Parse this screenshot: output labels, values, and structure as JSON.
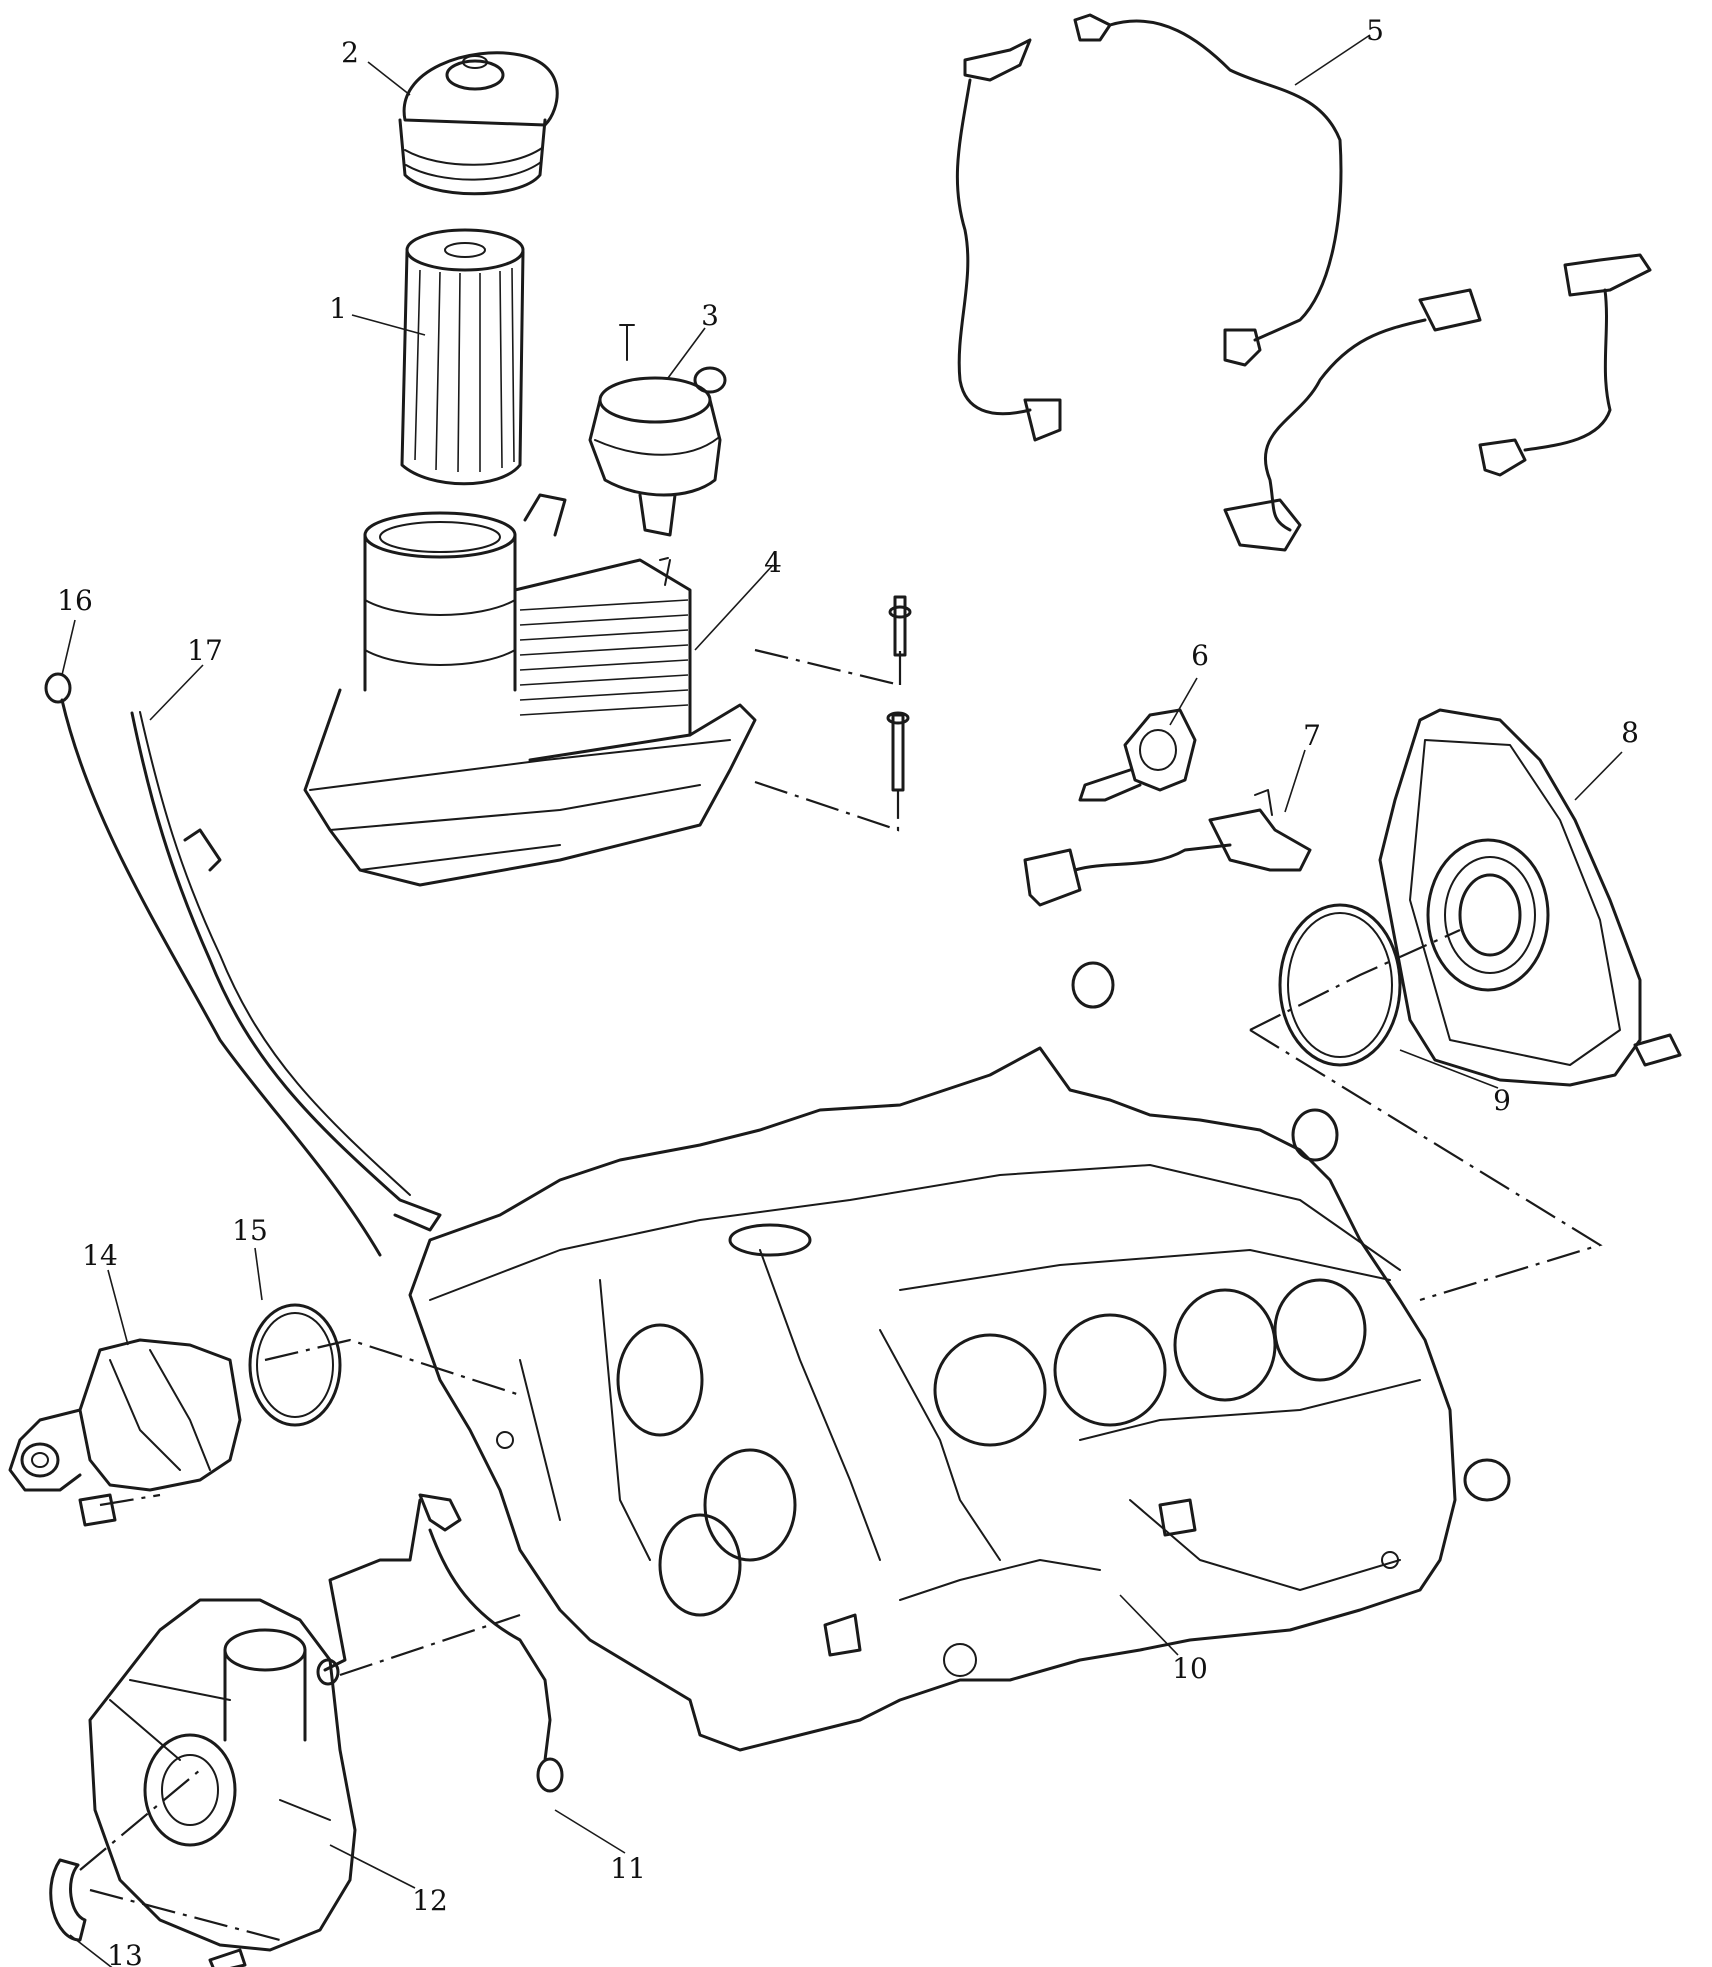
{
  "diagram": {
    "line_color": "#1a1a1a",
    "background": "#ffffff",
    "callouts": [
      "1",
      "2",
      "3",
      "4",
      "5",
      "6",
      "7",
      "8",
      "9",
      "10",
      "11",
      "12",
      "13",
      "14",
      "15",
      "16",
      "17"
    ]
  }
}
